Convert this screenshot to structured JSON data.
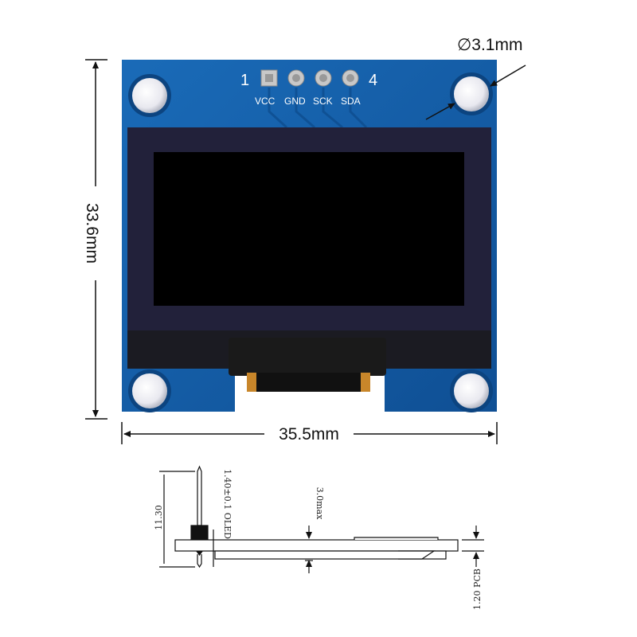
{
  "dimensions": {
    "hole_diameter": "∅3.1mm",
    "height": "33.6mm",
    "width": "35.5mm"
  },
  "pins": {
    "first_number": "1",
    "last_number": "4",
    "labels": [
      "VCC",
      "GND",
      "SCK",
      "SDA"
    ]
  },
  "side_view": {
    "oled_thickness": "1.40±0.1 OLED",
    "pin_height": "11.30",
    "total_max": "3.0max",
    "pcb_thickness": "1.20 PCB"
  },
  "colors": {
    "pcb": "#1560a8",
    "screen": "#000000",
    "bezel": "#1a1a2e",
    "dimension_line": "#111111"
  }
}
